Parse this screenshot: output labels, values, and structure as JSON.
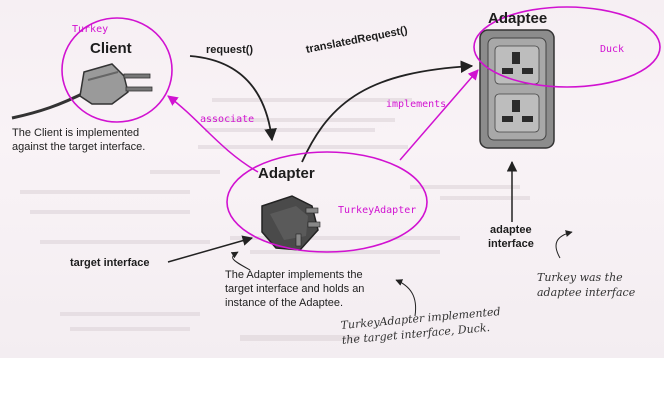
{
  "labels": {
    "client_name": "Turkey",
    "client_title": "Client",
    "adaptee_title": "Adaptee",
    "adaptee_name": "Duck",
    "adapter_title": "Adapter",
    "adapter_name": "TurkeyAdapter",
    "request_arrow": "request()",
    "translated_request_arrow": "translatedRequest()",
    "associate_arrow": "associate",
    "implements_arrow": "implements",
    "target_interface": "target interface",
    "adaptee_interface_line1": "adaptee",
    "adaptee_interface_line2": "interface"
  },
  "notes": {
    "client_note": "The Client is implemented against the target interface.",
    "adapter_note": "The Adapter implements the target interface and holds an instance of the Adaptee.",
    "turkey_adaptee": "Turkey was the adaptee interface",
    "turkeyadapter_duck": "TurkeyAdapter implemented the target interface, Duck."
  },
  "colors": {
    "annotation": "#d112d1",
    "ink": "#1d1d1d"
  }
}
